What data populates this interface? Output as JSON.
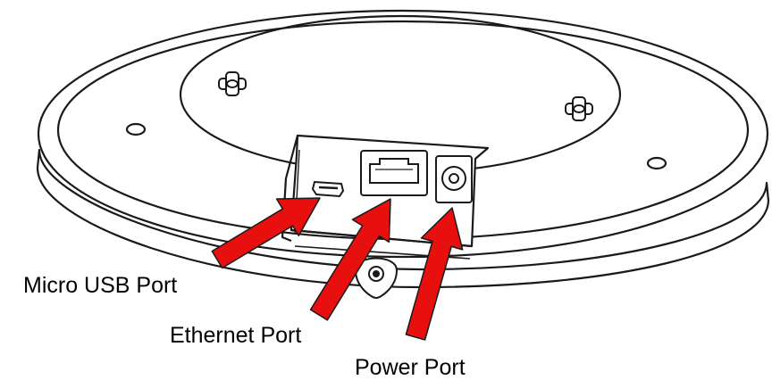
{
  "labels": {
    "micro_usb": "Micro USB Port",
    "ethernet": "Ethernet Port",
    "power": "Power Port"
  },
  "colors": {
    "arrow_fill": "#e8100f",
    "arrow_outline": "#1a1a1a",
    "line_art": "#1a1a1a",
    "background": "#ffffff"
  },
  "icons": {
    "device": "ceiling-access-point",
    "mount_screw": "mounting-screw-icon",
    "usb_jack": "micro-usb-port-icon",
    "rj45_jack": "ethernet-port-icon",
    "dc_jack": "power-jack-icon"
  }
}
